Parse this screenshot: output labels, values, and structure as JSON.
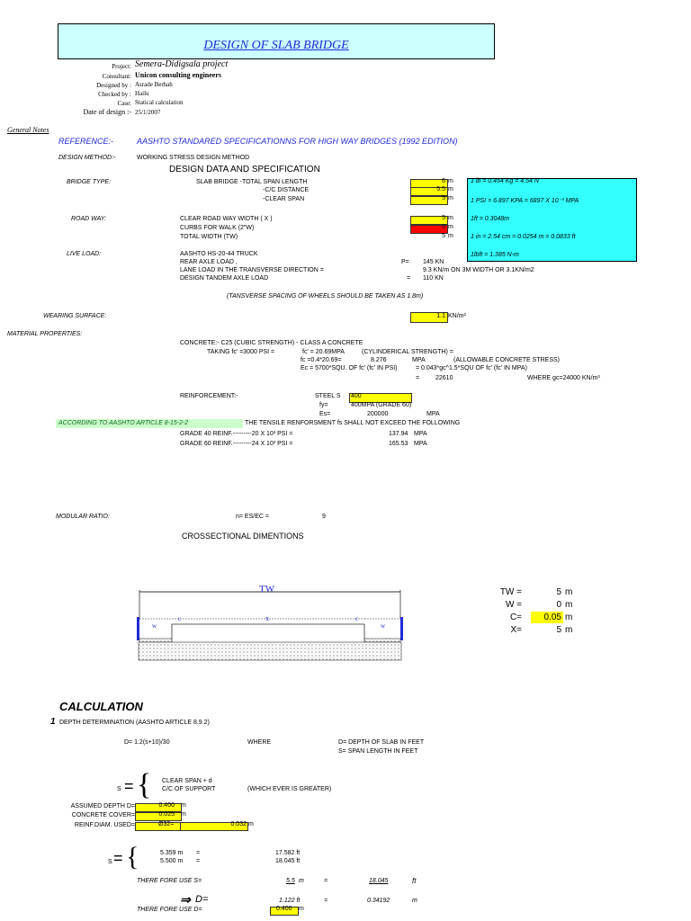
{
  "title": "DESIGN OF SLAB BRIDGE",
  "project_info": [
    {
      "label": "Project:",
      "value": "Semera-Didigsala project"
    },
    {
      "label": "Consultant:",
      "value": "Unicon consulting engineers"
    },
    {
      "label": "Designed by :",
      "value": "Asrade Berhah"
    },
    {
      "label": "Checked by :",
      "value": "Hailu"
    },
    {
      "label": "Case:",
      "value": "Statical calculation"
    },
    {
      "label": "Date of design :-",
      "value": "25/1/2007"
    }
  ],
  "general_notes": "General Notes",
  "reference_label": "REFERENCE:-",
  "reference_value": "AASHTO STANDARED SPECIFICATIONNS FOR HIGH WAY BRIDGES (1992 EDITION)",
  "design_method_label": "DESIGN METHOD:-",
  "design_method_value": "WORKING STRESS DESIGN METHOD",
  "data_header": "DESIGN DATA AND SPECIFICATION",
  "bridge": {
    "label": "BRIDGE TYPE:",
    "rows": [
      {
        "text": "SLAB BRIDGE -TOTAL SPAN LENGTH",
        "value": "6",
        "unit": "m"
      },
      {
        "text": "-C/C DISTANCE",
        "value": "5.5",
        "unit": "m"
      },
      {
        "text": "-CLEAR SPAN",
        "value": "5",
        "unit": "m"
      }
    ]
  },
  "roadway": {
    "label": "ROAD WAY:",
    "rows": [
      {
        "text": "CLEAR ROAD WAY WIDTH ( X )",
        "value": "5",
        "unit": "m"
      },
      {
        "text": "CURBS FOR WALK (2\"W)",
        "value": "0",
        "unit": "m"
      },
      {
        "text": "TOTAL WIDTH (TW)",
        "value": "5",
        "unit": "m"
      }
    ]
  },
  "conversions": [
    "1 lb = 0.454 Kg = 4.54 N",
    "1 PSI = 6.897 KPA = 6897 X 10⁻³ MPA",
    "1ft = 0.3048m",
    "1 in = 2.54 cm = 0.0254 m = 0.0833 ft",
    "1lbft = 1.385 N-m"
  ],
  "live_load": {
    "label": "LIVE LOAD:",
    "lines": [
      {
        "text": "AASHTO HS-20-44 TRUCK",
        "sym": "",
        "val": ""
      },
      {
        "text": "REAR AXLE LOAD ,",
        "sym": "P=",
        "val": "145 KN"
      },
      {
        "text": "LANE LOAD IN THE TRANSVERSE DIRECTION  =",
        "sym": "",
        "val": "9.3 KN/m ON 3M WIDTH OR 3.1KN/m2"
      },
      {
        "text": "DESIGN TANDEM AXLE LOAD",
        "sym": "=",
        "val": "110 KN"
      }
    ],
    "note": "(TANSVERSE SPACING OF WHEELS SHOULD BE TAKEN AS 1.8m)"
  },
  "wearing": {
    "label": "WEARING SURFACE:",
    "value": "1.1",
    "unit": "KN/m²"
  },
  "material_label": "MATERIAL PROPERTIES:",
  "concrete": {
    "l1": "CONCRETE:-          C25 (CUBIC STRENGTH) - CLASS A CONCRETE",
    "l2a": "TAKING fc' =3000 PSI =",
    "l2b": "fc' = 20.69MPA",
    "l2c": "(CYLINDERICAL STRENGTH)    =",
    "l3a": "fc =0.4*20.69=",
    "l3b": "8.276",
    "l3c": "MPA",
    "l3d": "(ALLOWABLE CONCRETE STRESS)",
    "l4a": "Ec = 5700*SQU. OF fc' (fc' IN PSI)",
    "l4b": "= 0.043*gc^1.5*SQU OF fc' (fc' IN MPA)",
    "l5a": "=",
    "l5b": "22610",
    "l5c": "WHERE gc=24000 KN/m³"
  },
  "reinforcement": {
    "label": "REINFORCEMENT:-",
    "steel_label": "STEEL  S",
    "steel_value": "400",
    "fy_label": "fy=",
    "fy_value": "400MPA (GRADE 60)",
    "es_label": "Es=",
    "es_value": "200000",
    "es_unit": "MPA"
  },
  "aashto_article": "ACCORDING TO AASHTO  ARTICLE 8-15-2-2",
  "tensile_text": "THE TENSILE RENFORSMENT fs SHALL NOT EXCEED THE FOLLOWING",
  "grades": [
    {
      "text": "GRADE 40 REINF.---------20 X 10³ PSI =",
      "val": "137.94",
      "unit": "MPA"
    },
    {
      "text": "GRADE 60 REINF.---------24 X 10³ PSI =",
      "val": "165.53",
      "unit": "MPA"
    }
  ],
  "modular": {
    "label": "MODULAR RATIO:",
    "eq": "n=  ES/EC =",
    "value": "9"
  },
  "cross_title": "CROSSECTIONAL DIMENTIONS",
  "diagram": {
    "tw": "TW",
    "w": "w",
    "c": "c",
    "x": "x"
  },
  "dims": [
    {
      "label": "TW =",
      "value": "5",
      "unit": "m"
    },
    {
      "label": "W =",
      "value": "0",
      "unit": "m"
    },
    {
      "label": "C=",
      "value": "0.05",
      "unit": "m"
    },
    {
      "label": "X=",
      "value": "5",
      "unit": "m"
    }
  ],
  "calc_title": "CALCULATION",
  "depth_num": "1",
  "depth_title": "DEPTH DETERMINATION (AASHTO ARTICLE 8.9.2)",
  "d_formula": "D=  1.2(s+10)/30",
  "where": "WHERE",
  "where_d": "D=  DEPTH OF SLAB IN FEET",
  "where_s": "S=  SPAN LENGTH IN FEET",
  "s_sym": "S",
  "s_opt1": "CLEAR SPAN + d",
  "s_opt2": "C/C OF SUPPORT",
  "s_note": "(WHICH EVER IS GREATER)",
  "assumed": [
    {
      "label": "ASSUMED DEPTH D=",
      "value": "0.400",
      "unit": "m"
    },
    {
      "label": "CONCRETE COVER=",
      "value": "0.025",
      "unit": "m"
    },
    {
      "label": "REINF.DIAM. USED=",
      "value": "Ø32=",
      "extra": "0.032",
      "unit": "m"
    }
  ],
  "s_calc": [
    {
      "m": "5.359 m",
      "eq": "=",
      "ft": "17.582 ft"
    },
    {
      "m": "5.500 m",
      "eq": "=",
      "ft": "18.045 ft"
    }
  ],
  "use_s": {
    "label": "THERE FORE USE S=",
    "m": "5.5",
    "mu": "m",
    "eq": "=",
    "ft": "18.045",
    "fu": "ft"
  },
  "d_result": {
    "sym": "D=",
    "ft": "1.122 ft",
    "eq": "=",
    "m": "0.34192",
    "mu": "m"
  },
  "use_d": {
    "label": "THERE FORE USE D=",
    "value": "0.400",
    "unit": "m"
  }
}
